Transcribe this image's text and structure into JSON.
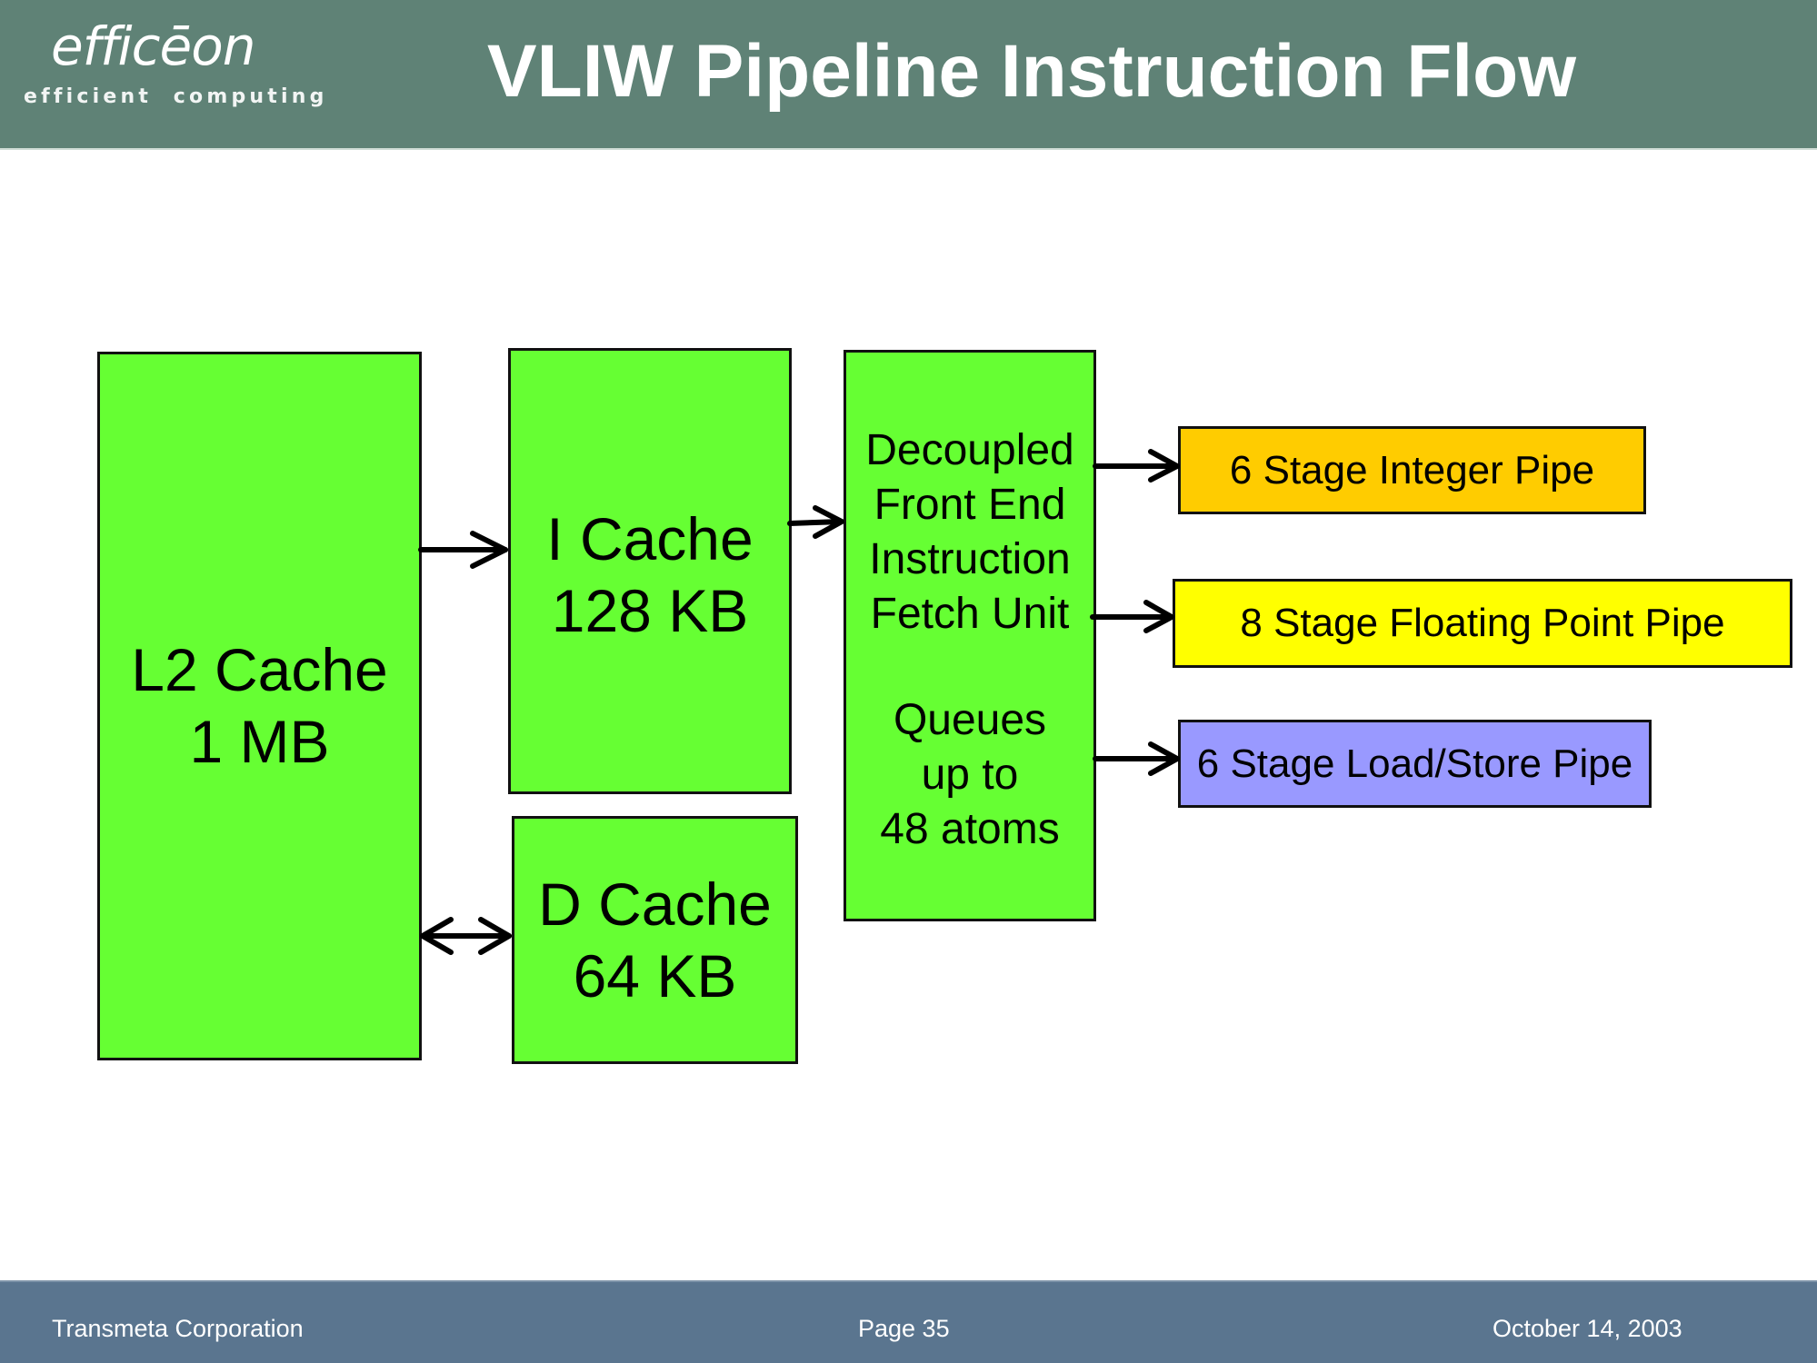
{
  "header": {
    "logo_wordmark": "efficēon",
    "logo_tagline": "efficient  computing",
    "title": "VLIW Pipeline Instruction Flow"
  },
  "diagram": {
    "l2_cache": {
      "line1": "L2 Cache",
      "line2": "1 MB",
      "color": "#66ff33"
    },
    "i_cache": {
      "line1": "I Cache",
      "line2": "128 KB",
      "color": "#66ff33"
    },
    "d_cache": {
      "line1": "D Cache",
      "line2": "64 KB",
      "color": "#66ff33"
    },
    "fetch_unit": {
      "lines": [
        "Decoupled",
        "Front End",
        "Instruction",
        "Fetch Unit"
      ],
      "queue_lines": [
        "Queues",
        "up to",
        "48 atoms"
      ],
      "color": "#66ff33"
    },
    "pipes": [
      {
        "label": "6 Stage Integer Pipe",
        "color": "#ffcc00"
      },
      {
        "label": "8 Stage Floating Point Pipe",
        "color": "#ffff00"
      },
      {
        "label": "6 Stage Load/Store Pipe",
        "color": "#9999ff"
      }
    ],
    "connections": [
      {
        "from": "L2 Cache",
        "to": "I Cache",
        "direction": "one-way"
      },
      {
        "from": "L2 Cache",
        "to": "D Cache",
        "direction": "bidirectional"
      },
      {
        "from": "I Cache",
        "to": "Fetch Unit",
        "direction": "one-way"
      },
      {
        "from": "Fetch Unit",
        "to": "6 Stage Integer Pipe",
        "direction": "one-way"
      },
      {
        "from": "Fetch Unit",
        "to": "8 Stage Floating Point Pipe",
        "direction": "one-way"
      },
      {
        "from": "Fetch Unit",
        "to": "6 Stage Load/Store Pipe",
        "direction": "one-way"
      }
    ]
  },
  "footer": {
    "company": "Transmeta Corporation",
    "page": "Page 35",
    "date": "October 14, 2003"
  }
}
